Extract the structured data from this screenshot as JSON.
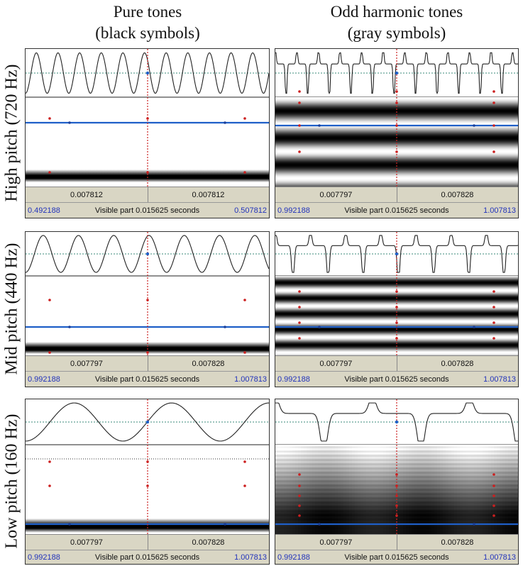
{
  "columns": [
    {
      "title_line1": "Pure tones",
      "title_line2": "(black symbols)"
    },
    {
      "title_line1": "Odd harmonic tones",
      "title_line2": "(gray symbols)"
    }
  ],
  "rows": [
    {
      "label": "High pitch (720 Hz)"
    },
    {
      "label": "Mid pitch (440 Hz)"
    },
    {
      "label": "Low pitch (160 Hz)"
    }
  ],
  "panels": [
    {
      "id": "p00",
      "left_duration": "0.007812",
      "right_duration": "0.007812",
      "start_time": "0.492188",
      "visible_text": "Visible part 0.015625 seconds",
      "end_time": "0.507812",
      "cycles_shown": 11.25,
      "waveform": "sine"
    },
    {
      "id": "p01",
      "left_duration": "0.007797",
      "right_duration": "0.007828",
      "start_time": "0.992188",
      "visible_text": "Visible part 0.015625 seconds",
      "end_time": "1.007813",
      "cycles_shown": 11.25,
      "waveform": "odd-harmonic"
    },
    {
      "id": "p10",
      "left_duration": "0.007797",
      "right_duration": "0.007828",
      "start_time": "0.992188",
      "visible_text": "Visible part 0.015625 seconds",
      "end_time": "1.007813",
      "cycles_shown": 6.9,
      "waveform": "sine"
    },
    {
      "id": "p11",
      "left_duration": "0.007797",
      "right_duration": "0.007828",
      "start_time": "0.992188",
      "visible_text": "Visible part 0.015625 seconds",
      "end_time": "1.007813",
      "cycles_shown": 6.9,
      "waveform": "odd-harmonic"
    },
    {
      "id": "p20",
      "left_duration": "0.007797",
      "right_duration": "0.007828",
      "start_time": "0.992188",
      "visible_text": "Visible part 0.015625 seconds",
      "end_time": "1.007813",
      "cycles_shown": 2.5,
      "waveform": "sine"
    },
    {
      "id": "p21",
      "left_duration": "0.007797",
      "right_duration": "0.007828",
      "start_time": "0.992188",
      "visible_text": "Visible part 0.015625 seconds",
      "end_time": "1.007813",
      "cycles_shown": 2.5,
      "waveform": "odd-harmonic"
    }
  ],
  "colors": {
    "cursor": "#cc2222",
    "frequency_line": "#1f5fc8",
    "formant_dot": "#cc1f1f",
    "panel_bar": "#d9d6c4",
    "time_label": "#2233bb"
  }
}
